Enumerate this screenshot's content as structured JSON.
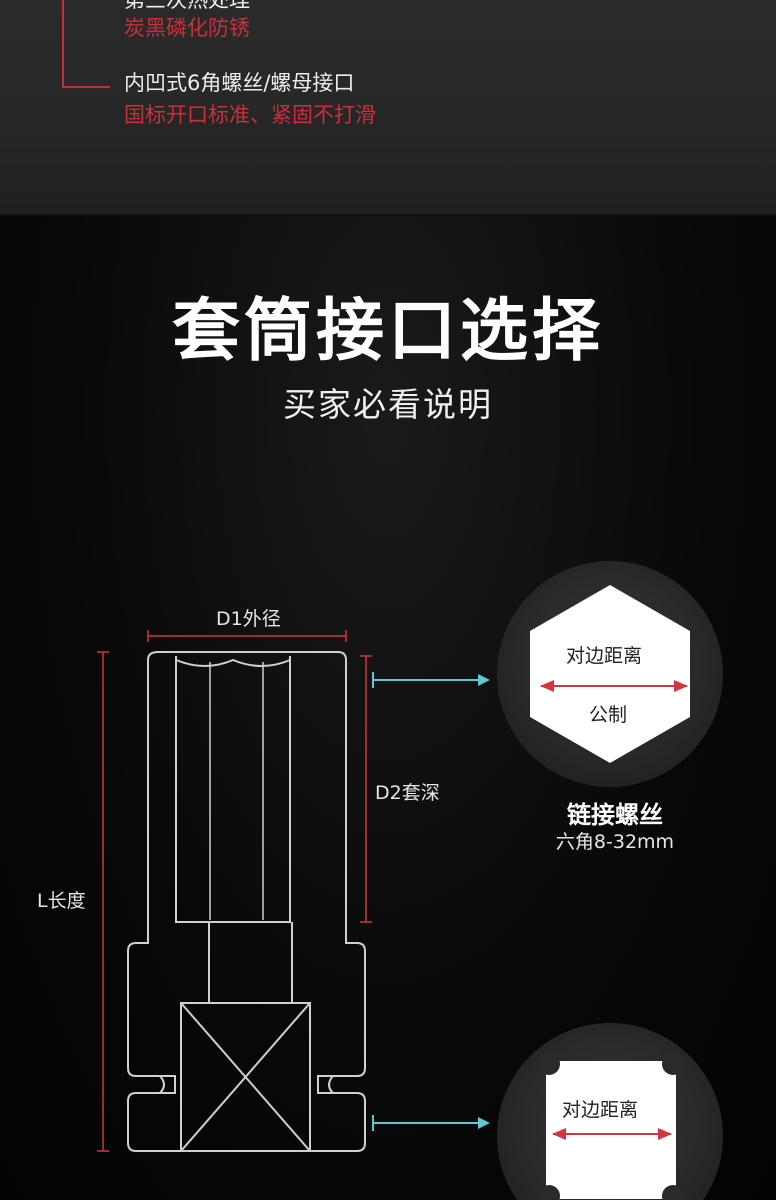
{
  "top": {
    "spec_partial_title": "第三次热处理",
    "spec_partial_sub": "炭黑磷化防锈",
    "spec_title": "内凹式6角螺丝/螺母接口",
    "spec_sub": "国标开口标准、紧固不打滑"
  },
  "heading": "套筒接口选择",
  "subheading": "买家必看说明",
  "diagram": {
    "d1_label": "D1外径",
    "d2_label": "D2套深",
    "l_label": "L长度"
  },
  "hex_circle": {
    "label_top": "对边距离",
    "label_bottom": "公制",
    "title": "链接螺丝",
    "subtitle": "六角8-32mm"
  },
  "square_circle": {
    "label": "对边距离"
  },
  "colors": {
    "accent_red": "#c8303a",
    "arrow_cyan": "#5cc8d2",
    "dimension_red": "#d23440"
  }
}
